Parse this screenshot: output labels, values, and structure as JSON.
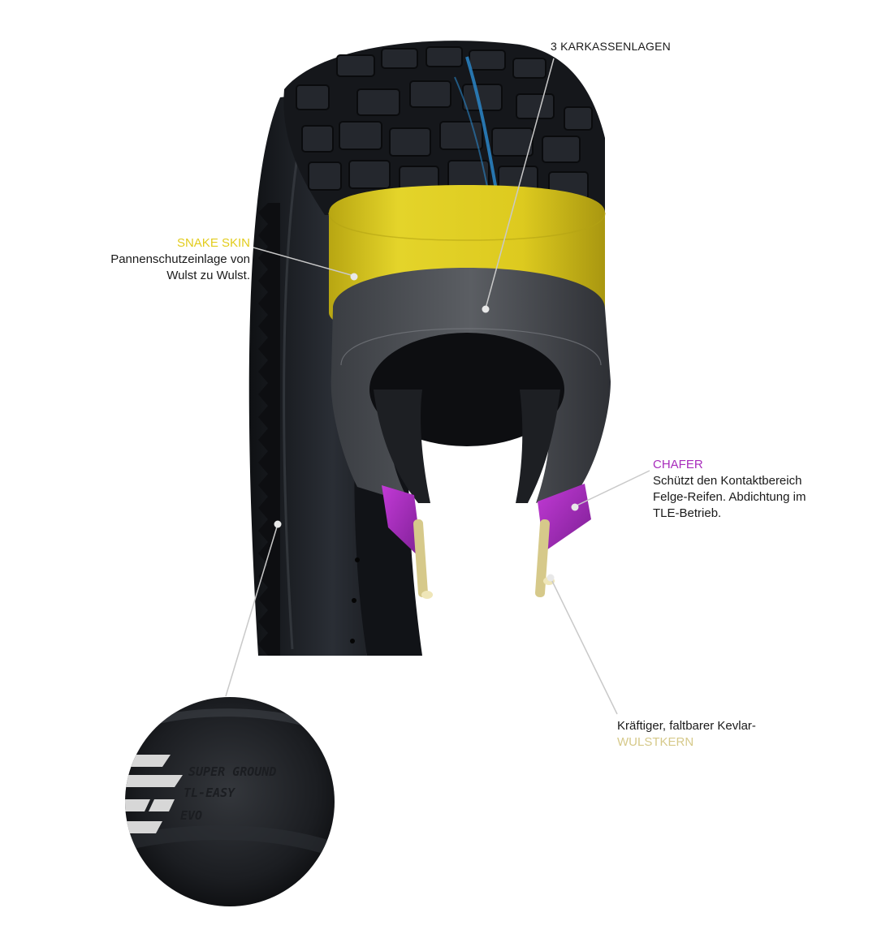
{
  "colors": {
    "snake_skin": "#e2cc1c",
    "chafer": "#a82dbc",
    "bead_core": "#d6c98a",
    "tread_accent": "#2a86c8",
    "tyre_body": "#1c1e22",
    "leader_line": "#c9c9c9"
  },
  "icons": [
    "tyre-cutaway-illustration",
    "sidewall-magnifier-circle"
  ],
  "labels": {
    "carcass": {
      "text": "3 KARKASSENLAGEN"
    },
    "snake_skin": {
      "title": "SNAKE SKIN",
      "line1": "Pannenschutzeinlage von",
      "line2": "Wulst zu Wulst."
    },
    "chafer": {
      "title": "CHAFER",
      "line1": "Schützt den Kontaktbereich",
      "line2": "Felge-Reifen. Abdichtung im",
      "line3": "TLE-Betrieb."
    },
    "bead": {
      "line1": "Kräftiger, faltbarer Kevlar-",
      "title": "WULSTKERN"
    }
  },
  "sidewall_badges": [
    "SUPER GROUND",
    "TL-EASY",
    "EVO"
  ]
}
